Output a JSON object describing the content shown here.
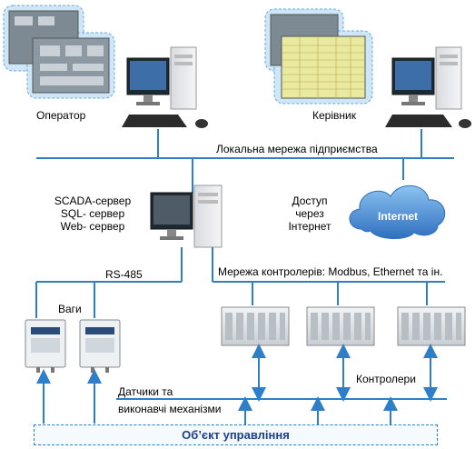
{
  "labels": {
    "operator": "Оператор",
    "manager": "Керівник",
    "lan": "Локальна мережа підприємства",
    "server_line1": "SCADA-сервер",
    "server_line2": "SQL- сервер",
    "server_line3": "Web- сервер",
    "internet_access_line1": "Доступ",
    "internet_access_line2": "через",
    "internet_access_line3": "Інтернет",
    "internet_cloud": "Internet",
    "rs485": "RS-485",
    "controller_network": "Мережа контролерів:  Modbus, Ethernet та ін.",
    "scales": "Ваги",
    "controllers": "Контролери",
    "sensors_line1": "Датчики та",
    "sensors_line2": "виконавчі механізми",
    "control_object": "Об’єкт управління"
  },
  "colors": {
    "network_line": "#2e7fc8",
    "arrow": "#2e7fc8",
    "screen_bubble": "#cfe6f7",
    "cloud": "#3a82cf",
    "object_text": "#1b3e8e"
  }
}
